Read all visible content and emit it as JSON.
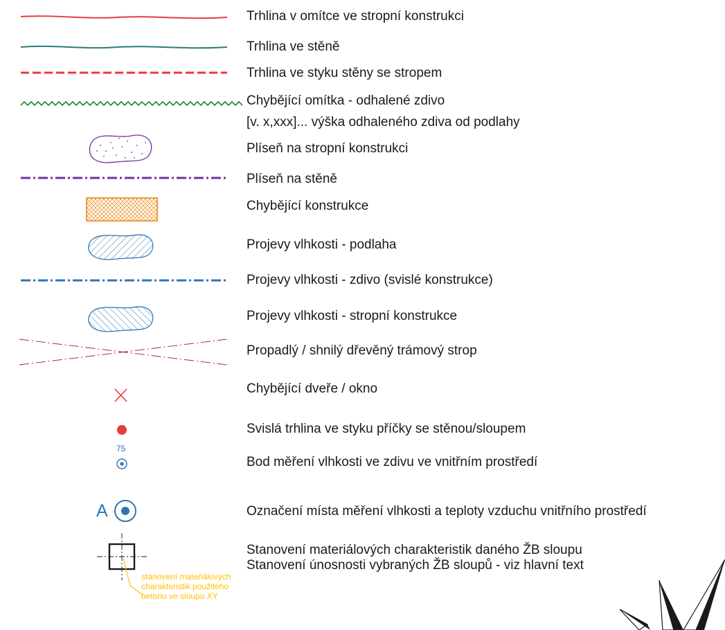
{
  "legend": {
    "items": [
      {
        "symbol": "red-wavy-line",
        "label": "Trhlina v omítce ve stropní konstrukci"
      },
      {
        "symbol": "teal-wavy-line",
        "label": "Trhlina ve stěně"
      },
      {
        "symbol": "red-dashed-line",
        "label": "Trhlina ve styku stěny se stropem"
      },
      {
        "symbol": "green-zigzag-line",
        "label": "Chybějící omítka - odhalené zdivo"
      },
      {
        "symbol": "none",
        "label": "[v. x,xxx]... výška odhaleného zdiva od podlahy"
      },
      {
        "symbol": "purple-dotted-blob",
        "label": "Plíseň na stropní konstrukci"
      },
      {
        "symbol": "purple-dash-dot-line",
        "label": "Plíseň na stěně"
      },
      {
        "symbol": "orange-crosshatch-rect",
        "label": "Chybějící konstrukce"
      },
      {
        "symbol": "blue-hatched-blob",
        "label": "Projevy vlhkosti - podlaha"
      },
      {
        "symbol": "blue-dash-dot-line",
        "label": "Projevy vlhkosti - zdivo (svislé konstrukce)"
      },
      {
        "symbol": "blue-back-hatched-blob",
        "label": "Projevy vlhkosti - stropní konstrukce"
      },
      {
        "symbol": "crossed-dash-dot-lines",
        "label": "Propadlý / shnilý dřevěný trámový strop"
      },
      {
        "symbol": "red-x-mark",
        "label": "Chybějící dveře / okno"
      },
      {
        "symbol": "red-dot",
        "label": "Svislá trhlina ve styku příčky se stěnou/sloupem"
      },
      {
        "symbol": "blue-target-small",
        "label": "Bod měření vlhkosti ve zdivu ve vnitřním prostředí"
      },
      {
        "symbol": "blue-target-large",
        "label": "Označení místa měření vlhkosti a teploty vzduchu vnitřního prostředí"
      },
      {
        "symbol": "column-square",
        "label": "Stanovení materiálových charakteristik daného ŽB sloupu"
      },
      {
        "symbol": "none",
        "label": "Stanovení únosnosti vybraných ŽB sloupů - viz hlavní text"
      }
    ],
    "measure_point_value": "75",
    "air_point_letter": "A",
    "callout_lines": [
      "stanovení materiálových",
      "charakteristik použitého",
      "betonu ve sloupu XY"
    ]
  },
  "colors": {
    "red": "#e8393b",
    "teal": "#2a7b7b",
    "green": "#138a36",
    "purple": "#7030a0",
    "orange": "#ed9a3a",
    "blue": "#2e75b6",
    "dark_red": "#b0242c",
    "yellow": "#ffc000",
    "text": "#1a1a1a"
  },
  "icons": {
    "north_arrow": "north-arrow-icon"
  }
}
